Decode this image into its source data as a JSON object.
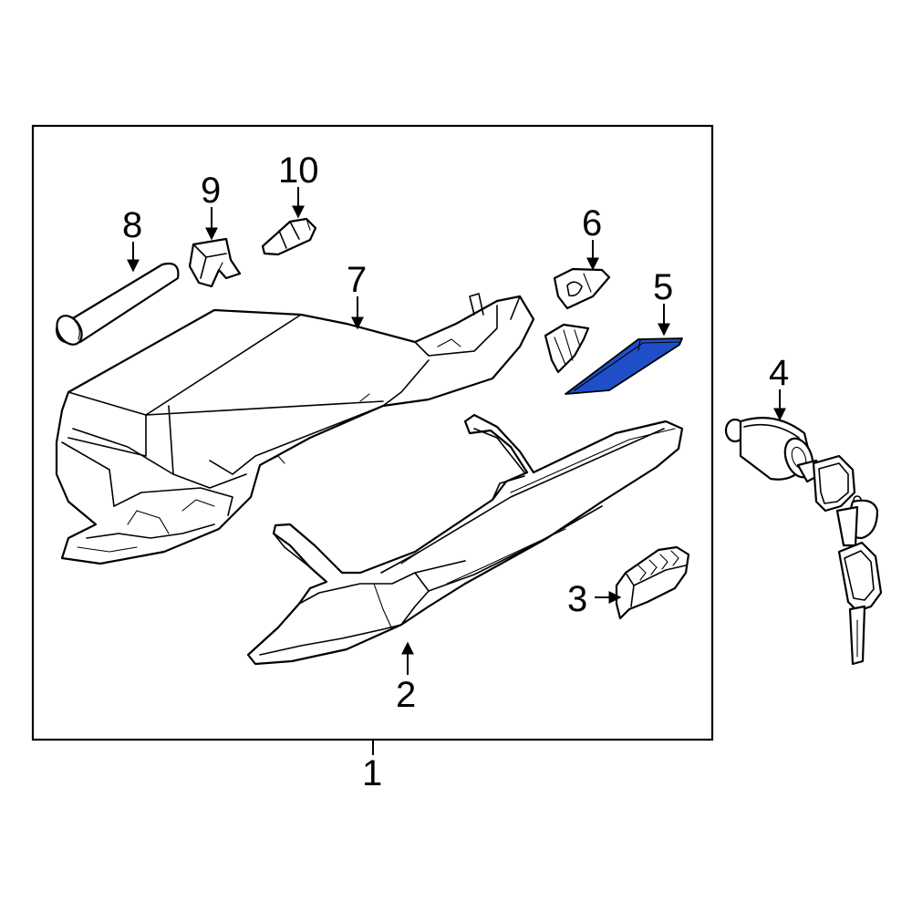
{
  "colors": {
    "line": "#000000",
    "background": "#ffffff",
    "highlight_fill": "#1f4fc8"
  },
  "highlighted_callout": "5",
  "callouts": {
    "c1": "1",
    "c2": "2",
    "c3": "3",
    "c4": "4",
    "c5": "5",
    "c6": "6",
    "c7": "7",
    "c8": "8",
    "c9": "9",
    "c10": "10"
  }
}
